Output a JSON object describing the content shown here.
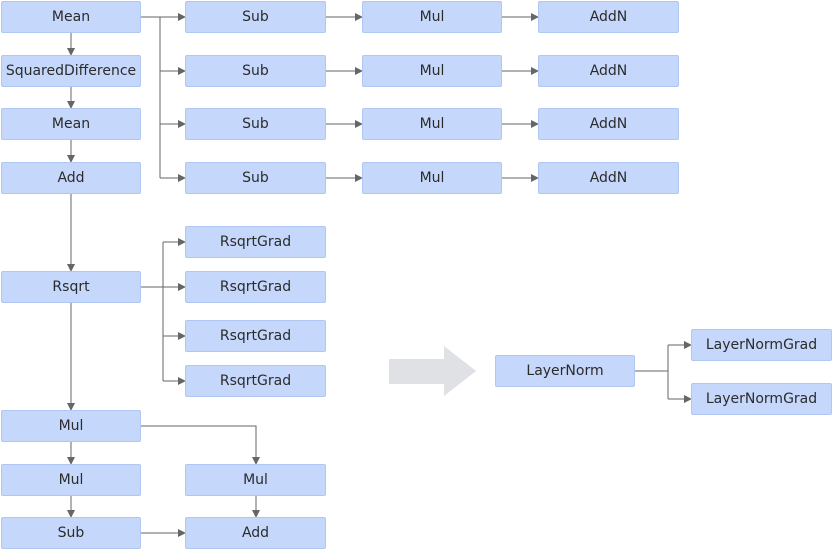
{
  "left": {
    "mean1": "Mean",
    "sqdiff": "SquaredDifference",
    "mean2": "Mean",
    "add1": "Add",
    "rsqrt": "Rsqrt",
    "mul_top": "Mul",
    "mul_left": "Mul",
    "sub_bottom": "Sub",
    "mul_right": "Mul",
    "add_bottom": "Add"
  },
  "chains": [
    {
      "sub": "Sub",
      "mul": "Mul",
      "addn": "AddN"
    },
    {
      "sub": "Sub",
      "mul": "Mul",
      "addn": "AddN"
    },
    {
      "sub": "Sub",
      "mul": "Mul",
      "addn": "AddN"
    },
    {
      "sub": "Sub",
      "mul": "Mul",
      "addn": "AddN"
    }
  ],
  "rsqrt_grads": [
    "RsqrtGrad",
    "RsqrtGrad",
    "RsqrtGrad",
    "RsqrtGrad"
  ],
  "fused": {
    "layernorm": "LayerNorm",
    "grads": [
      "LayerNormGrad",
      "LayerNormGrad"
    ]
  },
  "colors": {
    "node_fill": "#c5d7fb",
    "edge": "#666666",
    "transform_arrow": "#dfe1e5"
  }
}
